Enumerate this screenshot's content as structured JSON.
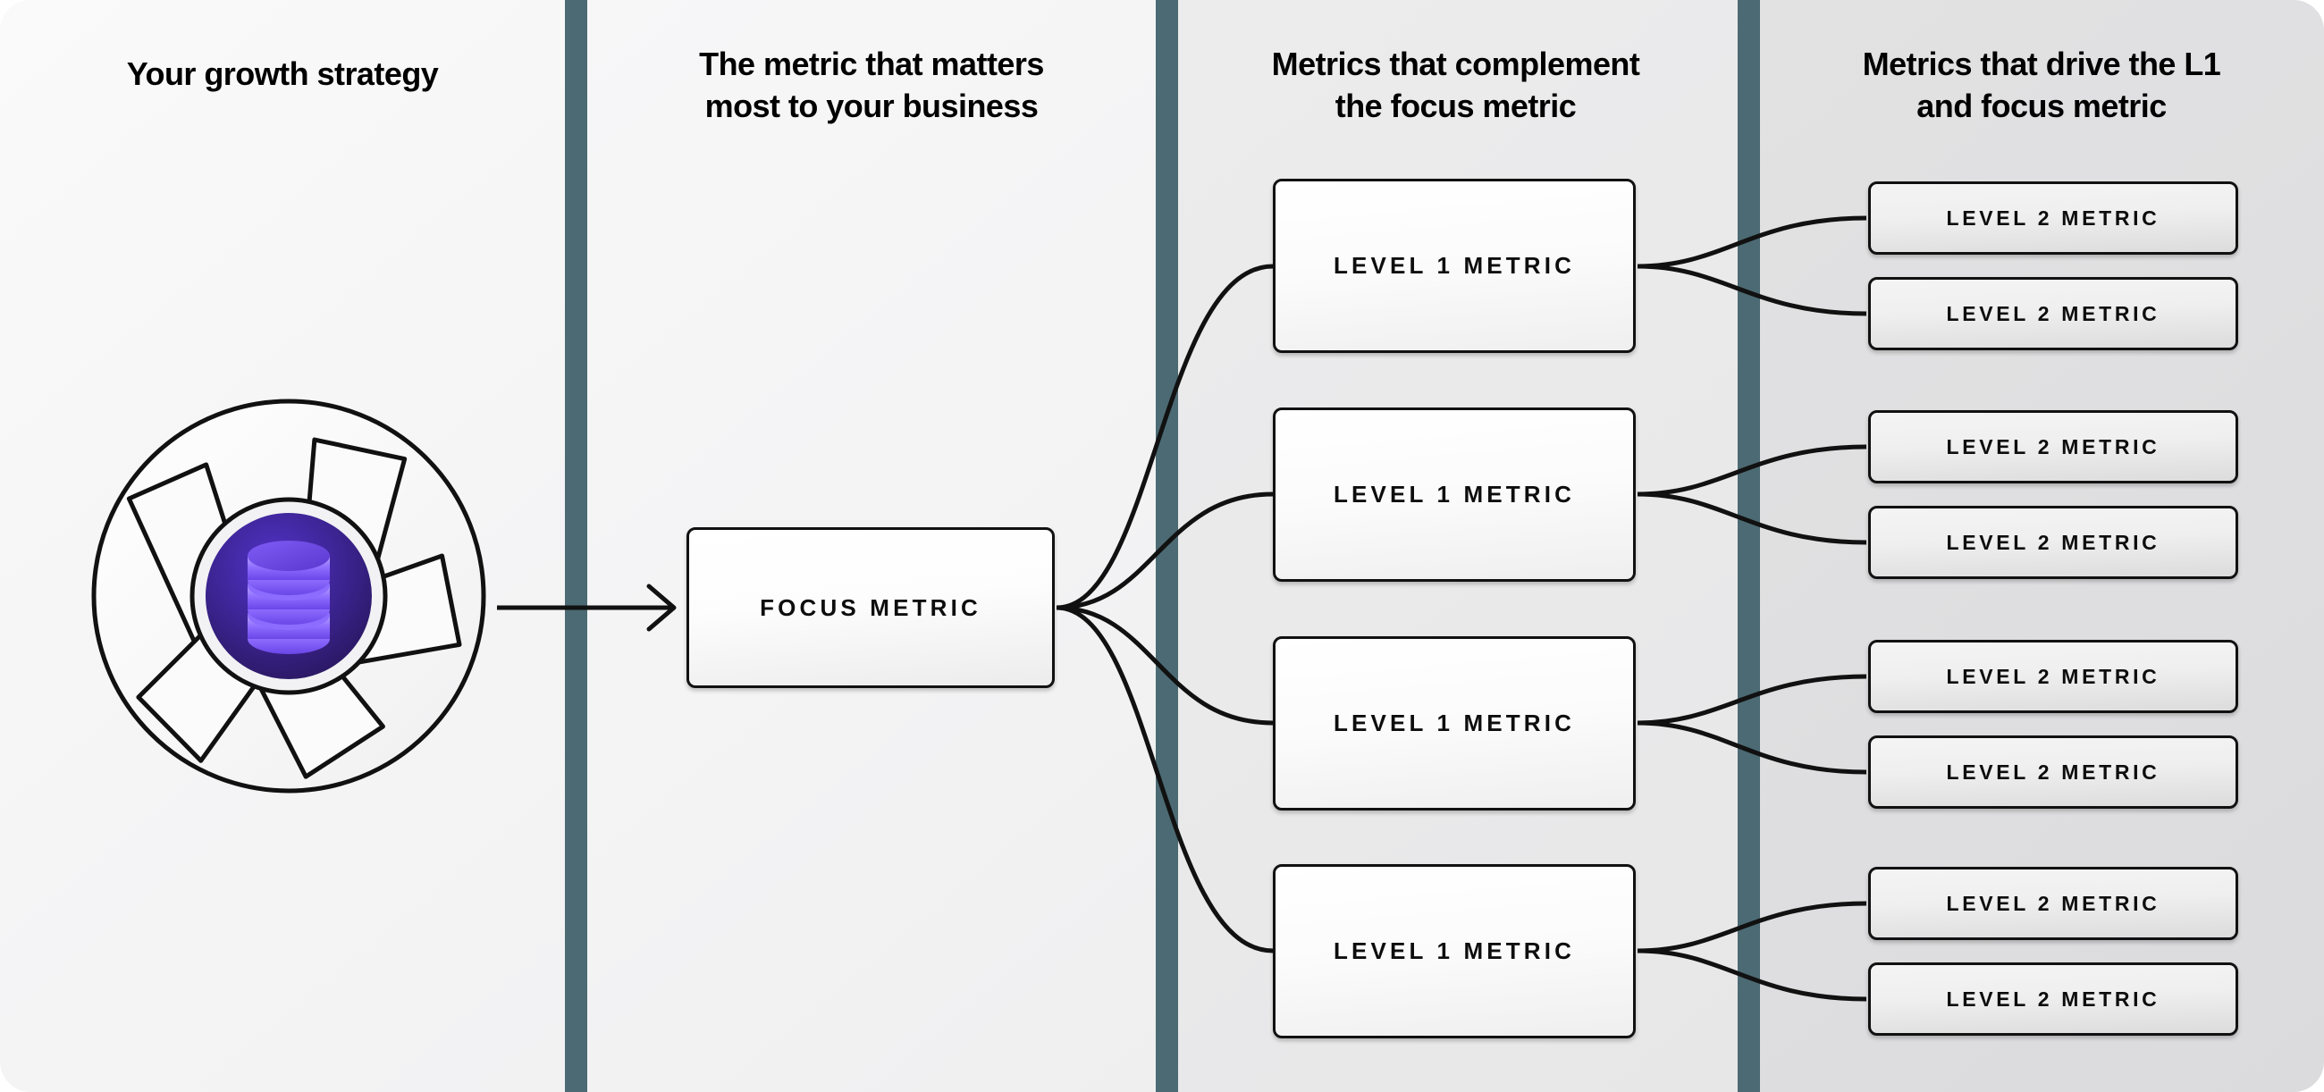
{
  "columns": [
    {
      "id": "growth-strategy",
      "title": "Your growth strategy"
    },
    {
      "id": "focus-metric",
      "title": "The metric that matters\nmost to your business"
    },
    {
      "id": "complementary",
      "title": "Metrics that complement\nthe focus metric"
    },
    {
      "id": "drivers",
      "title": "Metrics that drive the L1\nand focus metric"
    }
  ],
  "logo": {
    "icon_name": "database-icon",
    "ring_name": "aperture-shutter-ring",
    "colors": {
      "inner_dark": "#2d1d6b",
      "inner_edge": "#4a2fb5",
      "disc_light": "#c9b6ff",
      "disc_mid": "#7b5cf0"
    }
  },
  "focus": {
    "label": "FOCUS METRIC"
  },
  "level1": [
    {
      "label": "LEVEL 1 METRIC"
    },
    {
      "label": "LEVEL 1 METRIC"
    },
    {
      "label": "LEVEL 1 METRIC"
    },
    {
      "label": "LEVEL 1 METRIC"
    }
  ],
  "level2": [
    {
      "label": "LEVEL 2 METRIC"
    },
    {
      "label": "LEVEL 2 METRIC"
    },
    {
      "label": "LEVEL 2 METRIC"
    },
    {
      "label": "LEVEL 2 METRIC"
    },
    {
      "label": "LEVEL 2 METRIC"
    },
    {
      "label": "LEVEL 2 METRIC"
    },
    {
      "label": "LEVEL 2 METRIC"
    },
    {
      "label": "LEVEL 2 METRIC"
    }
  ],
  "colors": {
    "divider": "#4c6a73",
    "stroke": "#111111",
    "col1_bg": "#f7f7f8",
    "col2_bg": "#f3f3f4",
    "col3_bg": "#eaeaeb",
    "col4_bg": "#dedee0",
    "accent_purple": "#5b3ddb"
  }
}
